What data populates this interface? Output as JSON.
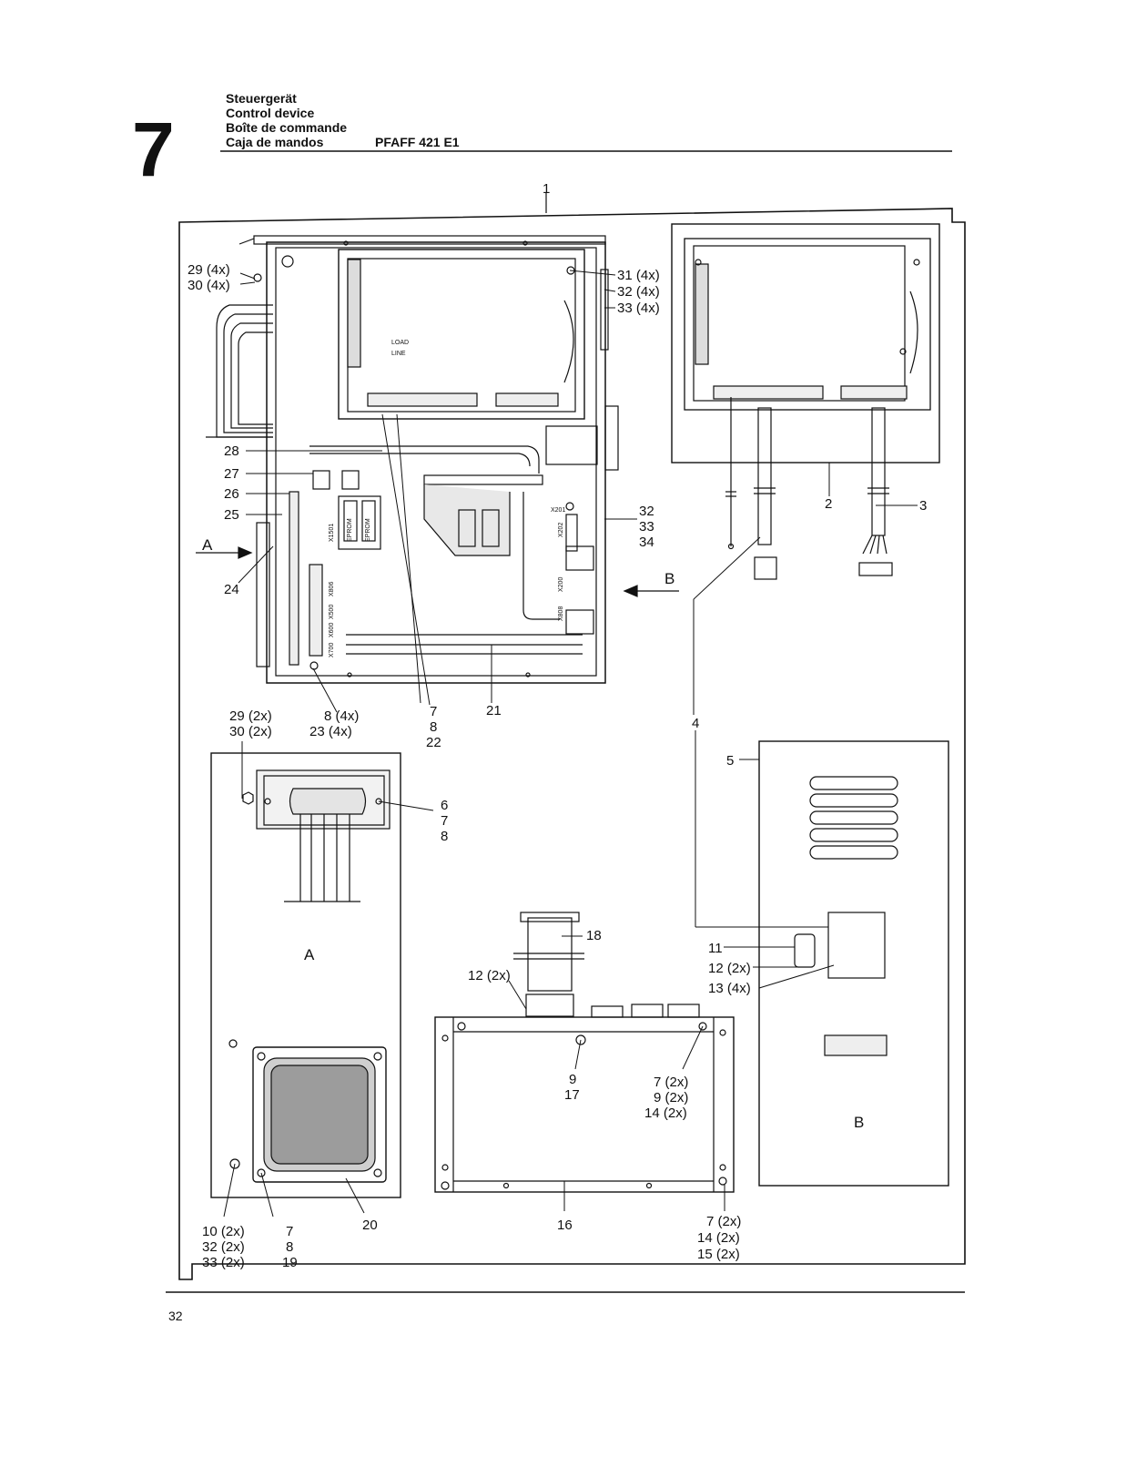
{
  "header": {
    "section_number": "7",
    "titles": [
      "Steuergerät",
      "Control device",
      "Boîte de commande",
      "Caja de mandos"
    ],
    "model": "PFAFF 421 E1"
  },
  "footer": {
    "page_number": "32"
  },
  "diagram": {
    "callouts": {
      "c1": "1",
      "c2": "2",
      "c3": "3",
      "c4": "4",
      "c5": "5",
      "c11": "11",
      "c12b": "12 (2x)",
      "c13": "13 (4x)",
      "c16": "16",
      "c18": "18",
      "c12a": "12 (2x)",
      "c9": "9",
      "c17": "17",
      "c7a": "7 (2x)",
      "c9a": "9 (2x)",
      "c14a": "14 (2x)",
      "c7b": "7 (2x)",
      "c14b": "14 (2x)",
      "c15b": "15 (2x)",
      "c20": "20",
      "c10": "10 (2x)",
      "c32b": "32 (2x)",
      "c33b": "33 (2x)",
      "c7c": "7",
      "c8c": "8",
      "c19": "19",
      "c6": "6",
      "c7d": "7",
      "c8d": "8",
      "c29b": "29 (2x)",
      "c30b": "30 (2x)",
      "c8e": "8 (4x)",
      "c23": "23 (4x)",
      "c7e": "7",
      "c8f": "8",
      "c22": "22",
      "c21": "21",
      "c24": "24",
      "c25": "25",
      "c26": "26",
      "c27": "27",
      "c28": "28",
      "c29a": "29 (4x)",
      "c30a": "30 (4x)",
      "c31": "31 (4x)",
      "c32a": "32 (4x)",
      "c33a": "33 (4x)",
      "c32c": "32",
      "c33c": "33",
      "c34": "34",
      "viewA_arrow": "A",
      "viewB_arrow": "B",
      "viewA_label": "A",
      "viewB_label": "B"
    },
    "board_marks": {
      "eprom1": "EPROM",
      "eprom2": "EPROM",
      "x201": "X201",
      "x202": "X202",
      "x200": "X200",
      "x808": "X808",
      "x1501": "X1501",
      "x806": "X806",
      "x500": "X500",
      "x600": "X600",
      "x700": "X700",
      "load": "LOAD",
      "line": "LINE"
    }
  }
}
